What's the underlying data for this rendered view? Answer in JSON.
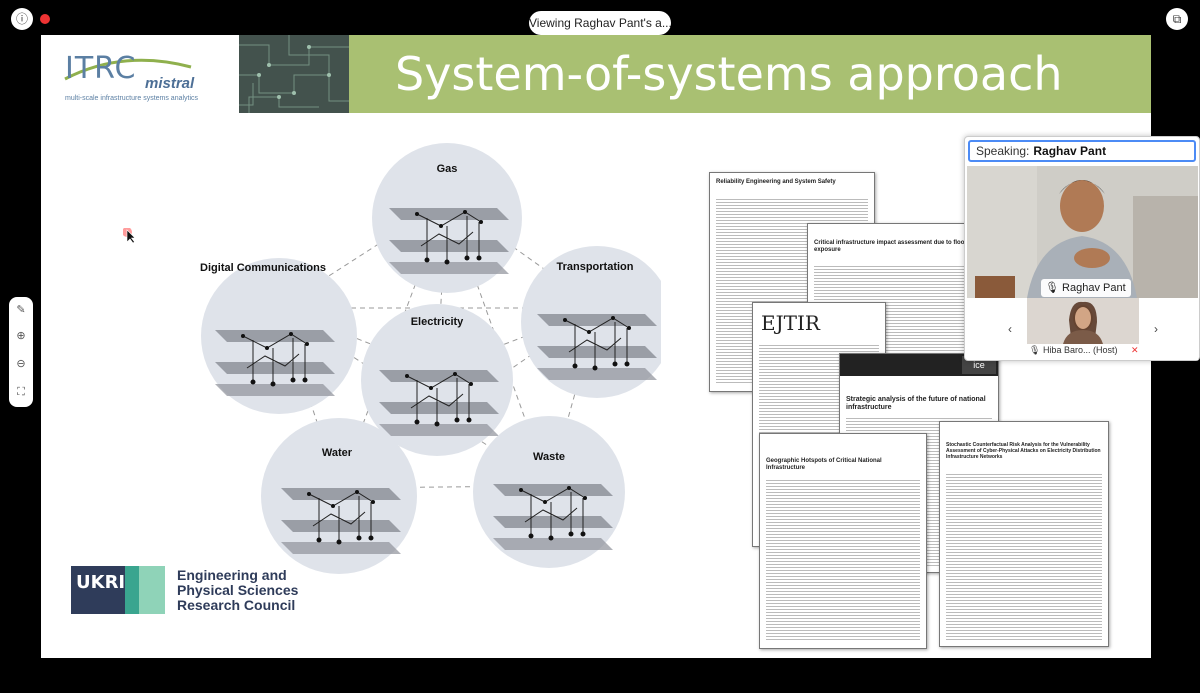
{
  "topbar": {
    "viewing_label": "Viewing Raghav Pant's a..."
  },
  "slide": {
    "logo": {
      "main": "ITRC",
      "sub": "mistral",
      "tagline": "multi-scale infrastructure systems analytics"
    },
    "title": "System-of-systems approach",
    "diagram": {
      "nodes": [
        {
          "label": "Gas"
        },
        {
          "label": "Digital Communications"
        },
        {
          "label": "Transportation"
        },
        {
          "label": "Electricity"
        },
        {
          "label": "Water"
        },
        {
          "label": "Waste"
        }
      ]
    },
    "papers": [
      {
        "title": "Reliability Engineering and System Safety"
      },
      {
        "title": "Critical infrastructure impact assessment due to flood exposure"
      },
      {
        "title": "EJTIR"
      },
      {
        "title": "Strategic analysis of the future of national infrastructure"
      },
      {
        "title": "Geographic Hotspots of Critical National Infrastructure"
      },
      {
        "title": "Stochastic Counterfactual Risk Analysis for the Vulnerability Assessment of Cyber-Physical Attacks on Electricity Distribution Infrastructure Networks"
      }
    ],
    "funder": {
      "logo_text": "UKRI",
      "name_line1": "Engineering and",
      "name_line2": "Physical Sciences",
      "name_line3": "Research Council"
    }
  },
  "speaker_panel": {
    "speaking_label": "Speaking:",
    "speaker_name": "Raghav Pant",
    "main_tag": "Raghav Pant",
    "participants": [
      {
        "name": "Hiba Baro...",
        "role": "(Host)"
      }
    ]
  },
  "colors": {
    "title_band": "#a9c072",
    "itrc_blue": "#5b7fa3",
    "node_fill": "#dfe3ea",
    "speaking_border": "#4c8bf5"
  }
}
